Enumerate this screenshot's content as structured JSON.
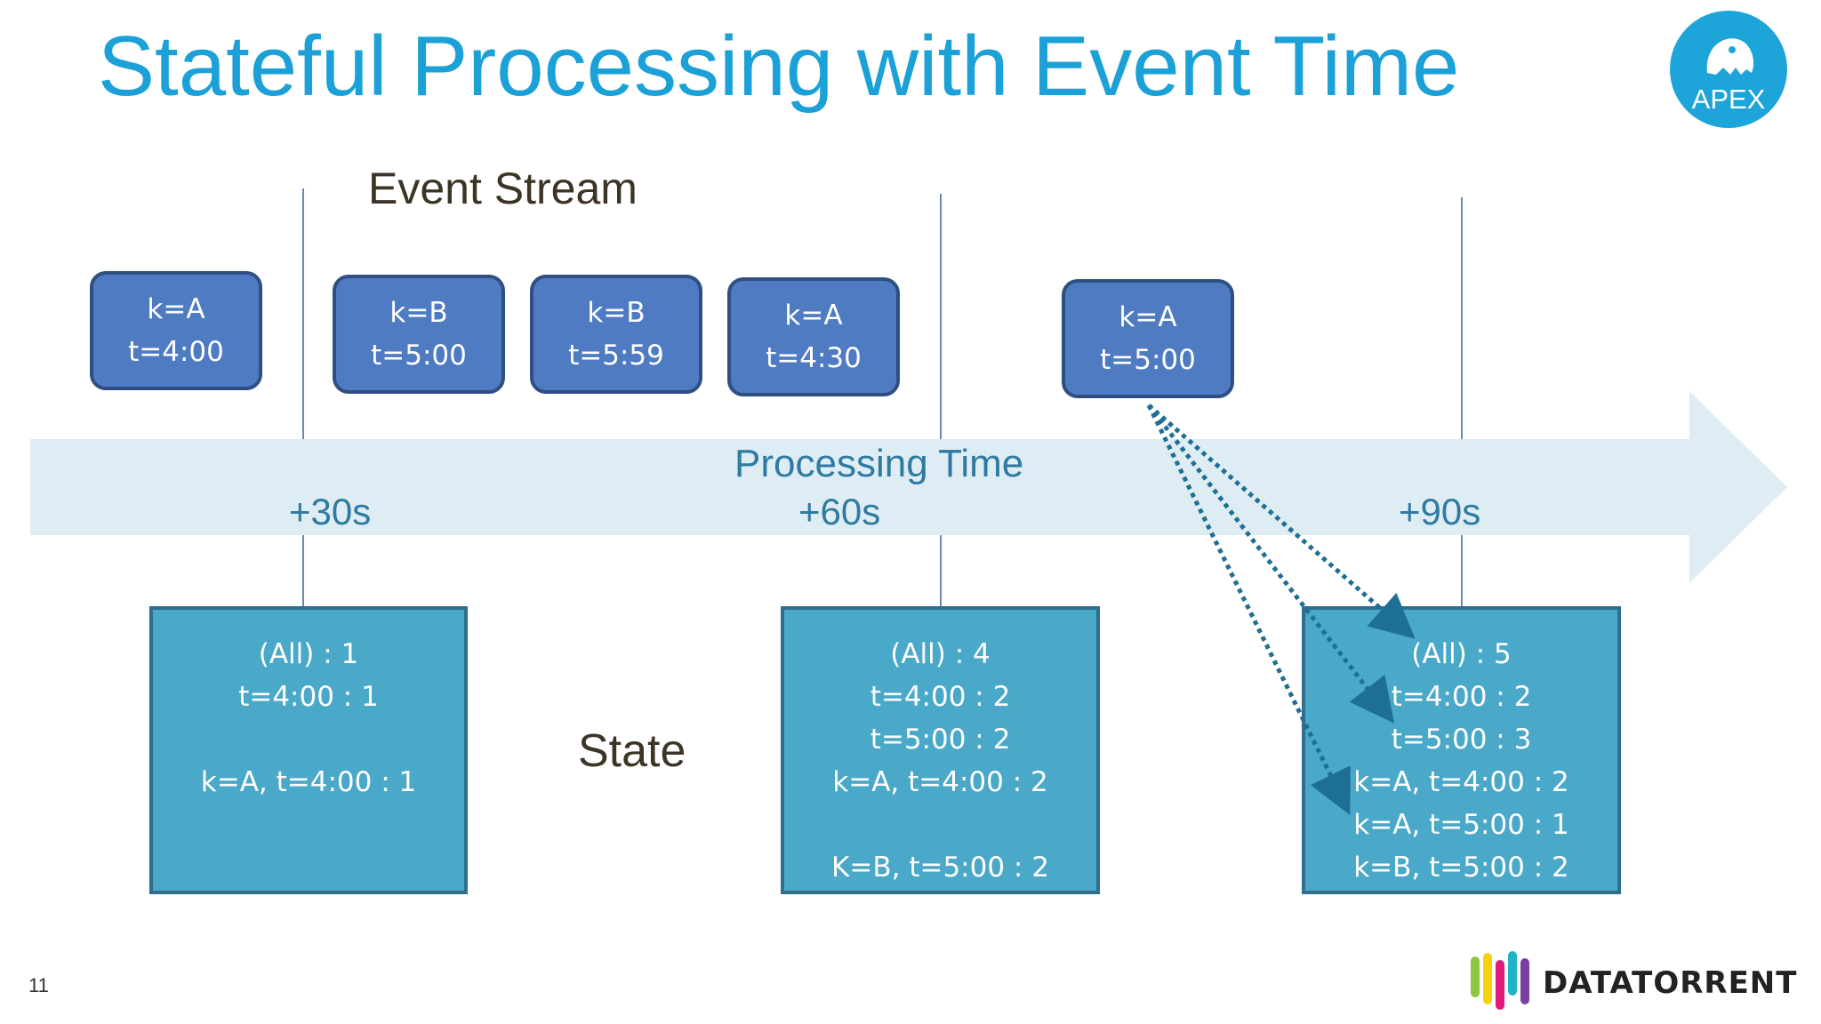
{
  "title": "Stateful Processing with Event Time",
  "logo_text": "APEX",
  "event_stream_label": "Event Stream",
  "state_label": "State",
  "processing_time_label": "Processing Time",
  "ticks": [
    "+30s",
    "+60s",
    "+90s"
  ],
  "events": [
    {
      "key": "k=A",
      "time": "t=4:00"
    },
    {
      "key": "k=B",
      "time": "t=5:00"
    },
    {
      "key": "k=B",
      "time": "t=5:59"
    },
    {
      "key": "k=A",
      "time": "t=4:30"
    },
    {
      "key": "k=A",
      "time": "t=5:00"
    }
  ],
  "states": [
    {
      "lines": [
        "(All) : 1",
        "t=4:00 : 1",
        "",
        "k=A, t=4:00 : 1"
      ]
    },
    {
      "lines": [
        "(All) : 4",
        "t=4:00 : 2",
        "t=5:00 : 2",
        "k=A, t=4:00 : 2",
        "",
        "K=B, t=5:00 : 2"
      ]
    },
    {
      "lines": [
        "(All) : 5",
        "t=4:00 : 2",
        "t=5:00 : 3",
        "k=A, t=4:00 : 2",
        "k=A, t=5:00 : 1",
        "k=B, t=5:00 : 2"
      ]
    }
  ],
  "page_number": "11",
  "footer_logo_text": "DATATORRENT",
  "colors": {
    "title": "#1ba1d7",
    "event_fill": "#4f7bc3",
    "state_fill": "#4aa8c8",
    "arrow_fill": "#deedf3",
    "arrow_text": "#2f7aa3",
    "dotted_arrow": "#1e6f96"
  }
}
